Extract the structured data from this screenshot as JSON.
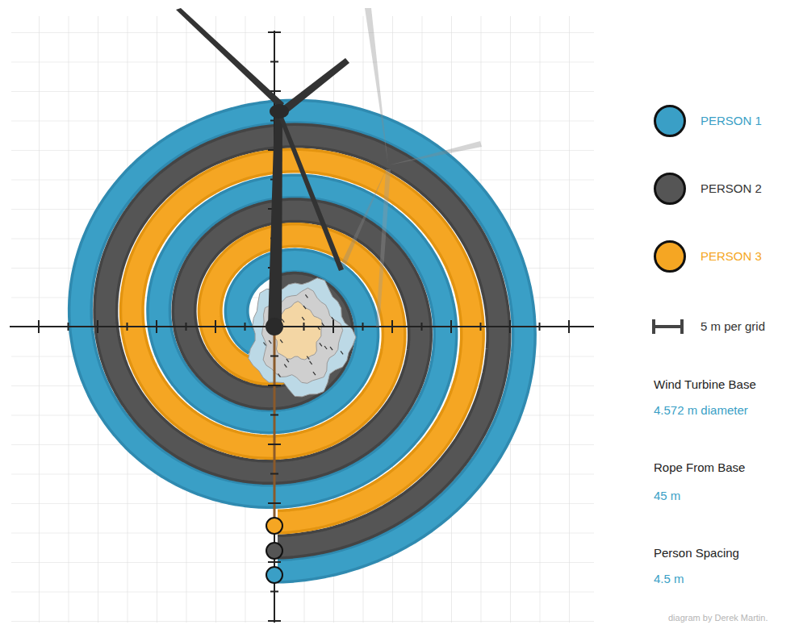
{
  "diagram": {
    "labels": [
      "Wind Turbine Base",
      "4.572 m diameter",
      "Rope From Base",
      "45 m",
      "Person Spacing",
      "4.5 m",
      "diagram by Derek Martin."
    ],
    "legend": [
      {
        "text": "PERSON 1",
        "color": "#3a9fc6"
      },
      {
        "text": "PERSON 2",
        "color": "#555555"
      },
      {
        "text": "PERSON 3",
        "color": "#f5a623"
      },
      {
        "text": "5 m per grid"
      }
    ]
  }
}
